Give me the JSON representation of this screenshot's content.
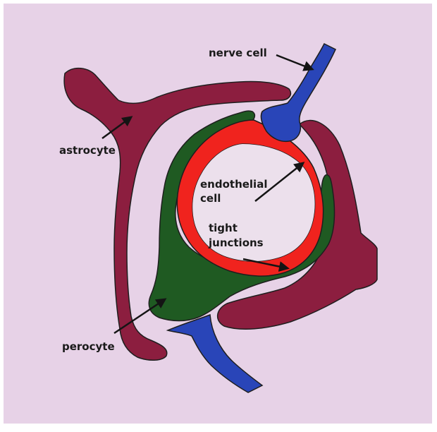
{
  "labels": {
    "nerve_cell": "nerve cell",
    "astrocyte": "astrocyte",
    "endothelial_line1": "endothelial",
    "endothelial_line2": "cell",
    "tight_line1": "tight",
    "tight_line2": "junctions",
    "perocyte": "perocyte"
  },
  "colors": {
    "background": "#e7d2e7",
    "frame": "#ffffff",
    "astrocyte": "#8c1e3f",
    "pericyte": "#1f5a22",
    "endothelial": "#f0231e",
    "lumen": "#ece0ec",
    "nerve": "#2945b8",
    "outline": "#1e1e1e",
    "arrow": "#141414"
  }
}
